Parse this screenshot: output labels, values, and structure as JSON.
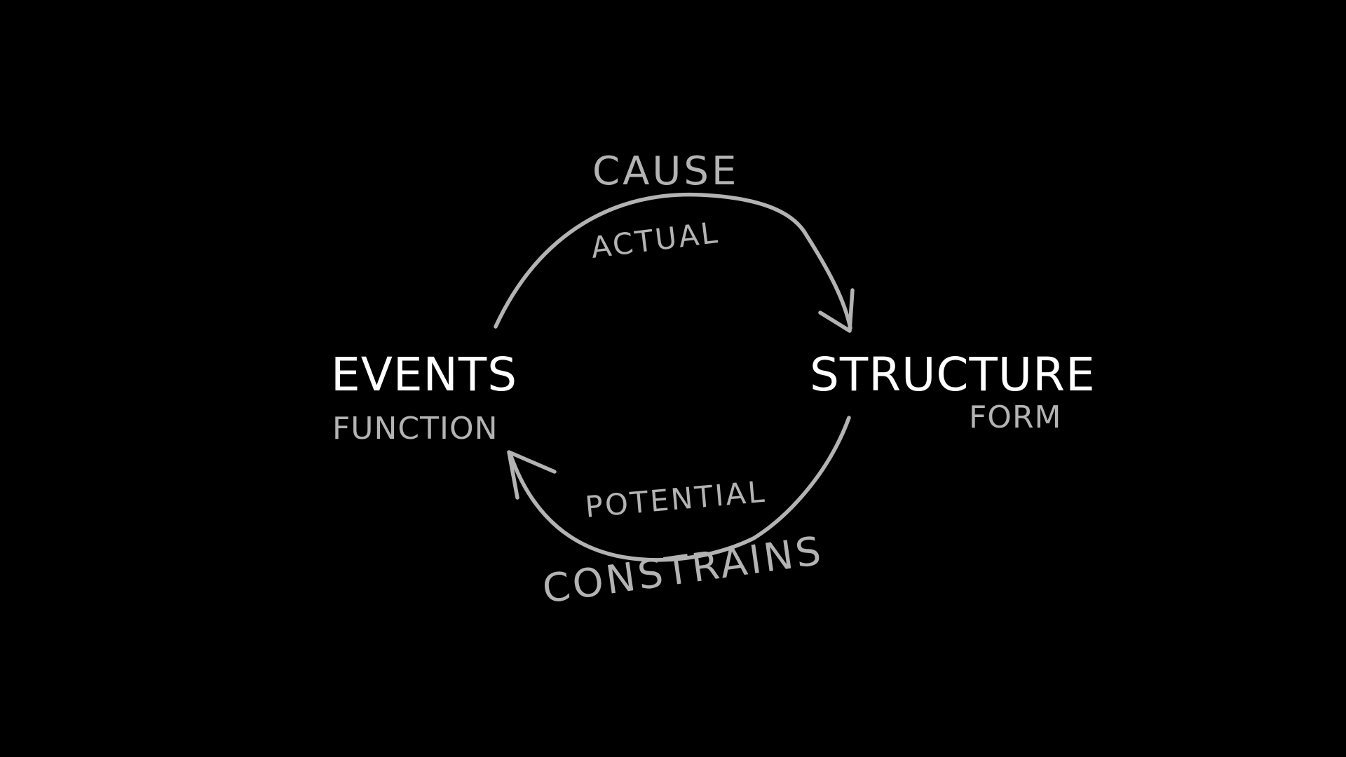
{
  "colors": {
    "background": "#000000",
    "primary_text": "#ffffff",
    "secondary_text": "#b3b3b3",
    "arrow": "#b3b3b3"
  },
  "nodes": {
    "events": {
      "label": "EVENTS",
      "sublabel": "FUNCTION"
    },
    "structure": {
      "label": "STRUCTURE",
      "sublabel": "FORM"
    }
  },
  "edges": {
    "top": {
      "label": "CAUSE",
      "sublabel": "ACTUAL",
      "from": "events",
      "to": "structure"
    },
    "bottom": {
      "label": "CONSTRAINS",
      "sublabel": "POTENTIAL",
      "from": "structure",
      "to": "events"
    }
  }
}
